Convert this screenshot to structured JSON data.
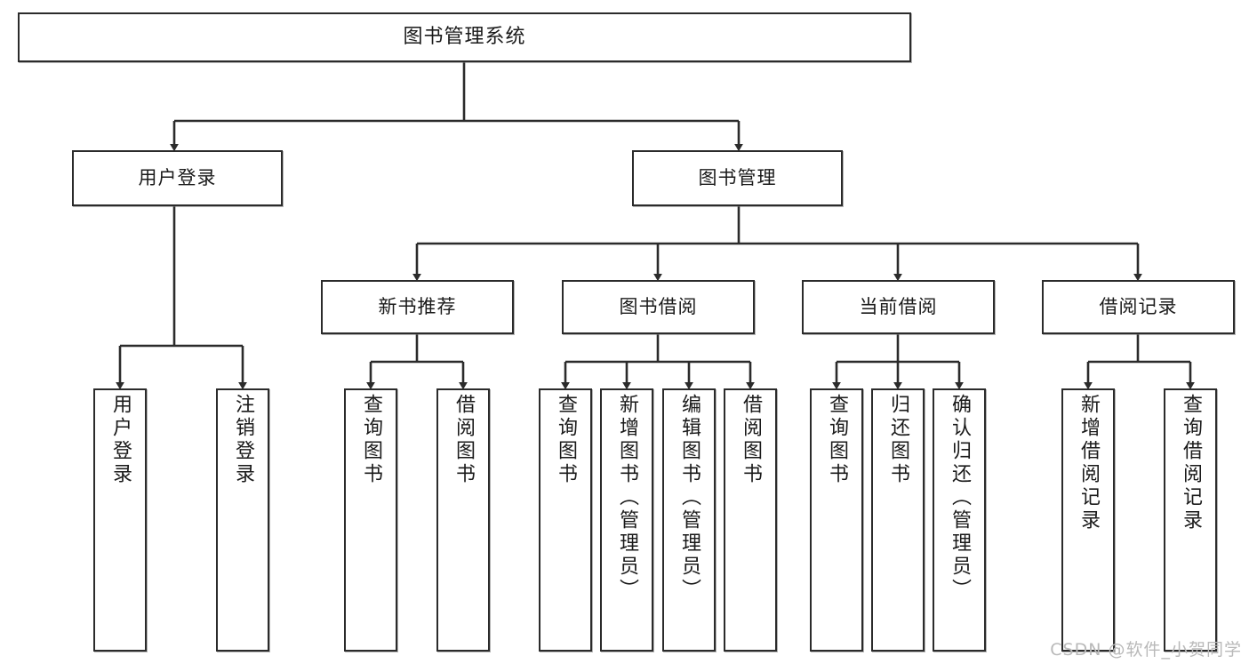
{
  "diagram": {
    "type": "tree",
    "title": "图书管理系统",
    "watermark": "CSDN @软件_小贺同学",
    "colors": {
      "box_border": "#2b2b2b",
      "box_fill": "#ffffff",
      "link": "#2b2b2b",
      "text": "#1a1a1a",
      "watermark": "#b9b9b9"
    },
    "levels": [
      {
        "level": 1,
        "nodes": [
          "图书管理系统"
        ]
      },
      {
        "level": 2,
        "nodes": [
          "用户登录",
          "图书管理"
        ]
      },
      {
        "level": 3,
        "nodes": [
          "新书推荐",
          "图书借阅",
          "当前借阅",
          "借阅记录"
        ]
      },
      {
        "level": 4,
        "nodes": [
          "用户登录",
          "注销登录",
          "查询图书",
          "借阅图书",
          "查询图书",
          "新增图书（管理员）",
          "编辑图书（管理员）",
          "借阅图书",
          "查询图书",
          "归还图书",
          "确认归还（管理员）",
          "新增借阅记录",
          "查询借阅记录"
        ]
      }
    ],
    "nodes": {
      "root": {
        "label": "图书管理系统"
      },
      "user_login": {
        "label": "用户登录"
      },
      "book_mgmt": {
        "label": "图书管理"
      },
      "new_rec": {
        "label": "新书推荐"
      },
      "book_borrow": {
        "label": "图书借阅"
      },
      "cur_borrow": {
        "label": "当前借阅"
      },
      "borrow_log": {
        "label": "借阅记录"
      },
      "leaf_login": {
        "label": "用户登录"
      },
      "leaf_logout": {
        "label": "注销登录"
      },
      "leaf_query_book_1": {
        "label": "查询图书"
      },
      "leaf_borrow_book_1": {
        "label": "借阅图书"
      },
      "leaf_query_book_2": {
        "label": "查询图书"
      },
      "leaf_add_book": {
        "label": "新增图书（管理员）"
      },
      "leaf_edit_book": {
        "label": "编辑图书（管理员）"
      },
      "leaf_borrow_book_2": {
        "label": "借阅图书"
      },
      "leaf_query_book_3": {
        "label": "查询图书"
      },
      "leaf_return_book": {
        "label": "归还图书"
      },
      "leaf_confirm_ret": {
        "label": "确认归还（管理员）"
      },
      "leaf_add_log": {
        "label": "新增借阅记录"
      },
      "leaf_query_log": {
        "label": "查询借阅记录"
      }
    },
    "edges": [
      {
        "from": "图书管理系统",
        "to": "用户登录"
      },
      {
        "from": "图书管理系统",
        "to": "图书管理"
      },
      {
        "from": "用户登录",
        "to": "用户登录"
      },
      {
        "from": "用户登录",
        "to": "注销登录"
      },
      {
        "from": "图书管理",
        "to": "新书推荐"
      },
      {
        "from": "图书管理",
        "to": "图书借阅"
      },
      {
        "from": "图书管理",
        "to": "当前借阅"
      },
      {
        "from": "图书管理",
        "to": "借阅记录"
      },
      {
        "from": "新书推荐",
        "to": "查询图书"
      },
      {
        "from": "新书推荐",
        "to": "借阅图书"
      },
      {
        "from": "图书借阅",
        "to": "查询图书"
      },
      {
        "from": "图书借阅",
        "to": "新增图书（管理员）"
      },
      {
        "from": "图书借阅",
        "to": "编辑图书（管理员）"
      },
      {
        "from": "图书借阅",
        "to": "借阅图书"
      },
      {
        "from": "当前借阅",
        "to": "查询图书"
      },
      {
        "from": "当前借阅",
        "to": "归还图书"
      },
      {
        "from": "当前借阅",
        "to": "确认归还（管理员）"
      },
      {
        "from": "借阅记录",
        "to": "新增借阅记录"
      },
      {
        "from": "借阅记录",
        "to": "查询借阅记录"
      }
    ]
  }
}
